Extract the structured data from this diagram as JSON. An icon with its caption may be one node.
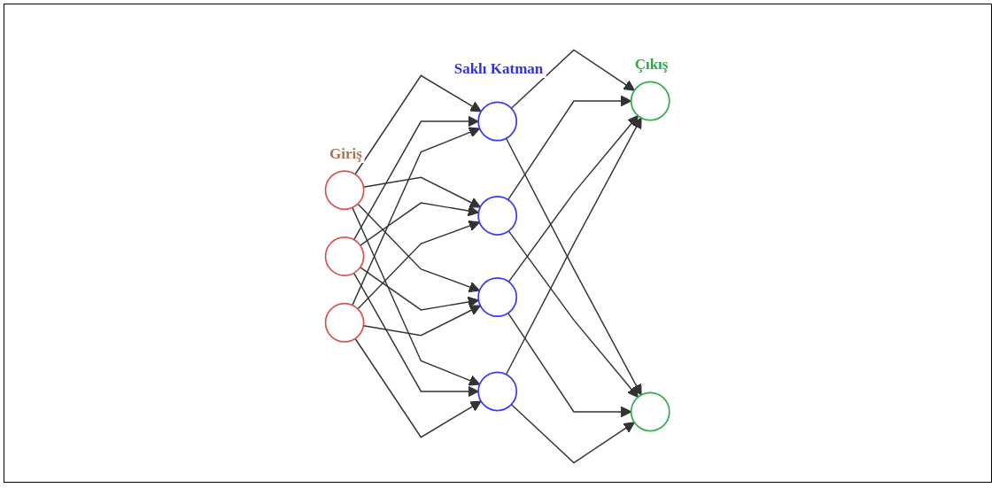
{
  "diagram": {
    "nodes": [
      {
        "text": [],
        "shape": "circle"
      },
      {
        "text": [],
        "shape": "circle"
      },
      {
        "text": [],
        "shape": "circle"
      },
      {
        "text": [],
        "shape": "circle"
      },
      {
        "text": [],
        "shape": "circle"
      },
      {
        "text": [],
        "shape": "circle"
      },
      {
        "text": [],
        "shape": "circle"
      },
      {
        "text": [],
        "shape": "circle"
      },
      {
        "text": [],
        "shape": "circle"
      }
    ],
    "edges": [
      {
        "from": 0,
        "to": 3,
        "arrow": "to"
      },
      {
        "from": 0,
        "to": 4,
        "arrow": "to"
      },
      {
        "from": 0,
        "to": 5,
        "arrow": "to"
      },
      {
        "from": 0,
        "to": 6,
        "arrow": "to"
      },
      {
        "from": 1,
        "to": 3,
        "arrow": "to"
      },
      {
        "from": 1,
        "to": 4,
        "arrow": "to"
      },
      {
        "from": 1,
        "to": 5,
        "arrow": "to"
      },
      {
        "from": 1,
        "to": 6,
        "arrow": "to"
      },
      {
        "from": 2,
        "to": 3,
        "arrow": "to"
      },
      {
        "from": 2,
        "to": 4,
        "arrow": "to"
      },
      {
        "from": 2,
        "to": 5,
        "arrow": "to"
      },
      {
        "from": 2,
        "to": 6,
        "arrow": "to"
      },
      {
        "from": 3,
        "to": 7,
        "arrow": "to"
      },
      {
        "from": 3,
        "to": 8,
        "arrow": "to"
      },
      {
        "from": 4,
        "to": 7,
        "arrow": "to"
      },
      {
        "from": 4,
        "to": 8,
        "arrow": "to"
      },
      {
        "from": 5,
        "to": 7,
        "arrow": "to"
      },
      {
        "from": 5,
        "to": 8,
        "arrow": "to"
      },
      {
        "from": 6,
        "to": 7,
        "arrow": "to"
      },
      {
        "from": 6,
        "to": 8,
        "arrow": "to"
      }
    ],
    "labels": [
      "Saklı Katman",
      "Giriş",
      "Çıkış"
    ]
  }
}
